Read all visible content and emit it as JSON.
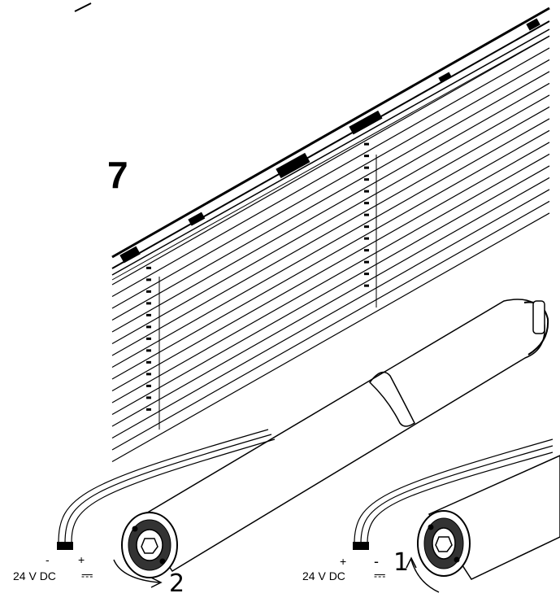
{
  "step_number": "7",
  "left_motor": {
    "polarity_minus": "-",
    "polarity_plus": "+",
    "voltage": "24 V DC",
    "dc_symbol": "⎓",
    "rotation_step": "2"
  },
  "right_motor": {
    "polarity_plus": "+",
    "polarity_minus": "-",
    "voltage": "24 V DC",
    "dc_symbol": "⎓",
    "rotation_step": "1"
  },
  "colors": {
    "line": "#000000",
    "background": "#ffffff"
  }
}
